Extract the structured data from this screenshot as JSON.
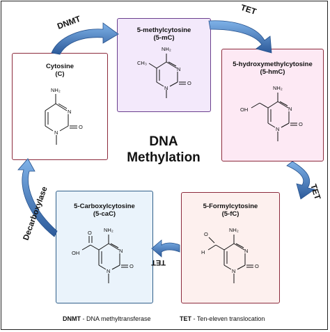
{
  "center_title": {
    "line1": "DNA",
    "line2": "Methylation"
  },
  "cards": {
    "cytosine": {
      "name": "Cytosine",
      "abbr": "(C)"
    },
    "methyl": {
      "name": "5-methylcytosine",
      "abbr": "(5-mC)"
    },
    "hydroxy": {
      "name": "5-hydroxymethylcytosine",
      "abbr": "(5-hmC)"
    },
    "formyl": {
      "name": "5-Formylcytosine",
      "abbr": "(5-fC)"
    },
    "carboxyl": {
      "name": "5-Carboxylcytosine",
      "abbr": "(5-caC)"
    }
  },
  "atoms": {
    "nh2": "NH₂",
    "n": "N",
    "o": "O",
    "ch3": "CH₃",
    "oh": "OH",
    "h": "H"
  },
  "arrows": {
    "dnmt": "DNMT",
    "tet1": "TET",
    "tet2": "TET",
    "tet3": "TET",
    "decarboxylase": "Decarboxylase"
  },
  "legend": {
    "dnmt_abbr": "DNMT",
    "dnmt_text": " - DNA methyltransferase",
    "tet_abbr": "TET",
    "tet_text": " - Ten-eleven translocation"
  },
  "colors": {
    "arrow_dark": "#2c5a9a",
    "arrow_light": "#7fb2e8"
  }
}
